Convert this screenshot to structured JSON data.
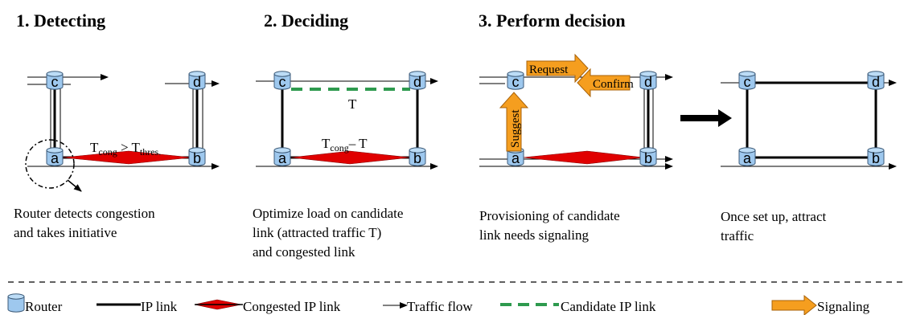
{
  "steps": [
    {
      "title": "1. Detecting",
      "caption": [
        "Router detects congestion",
        "and takes initiative"
      ]
    },
    {
      "title": "2. Deciding",
      "caption": [
        "Optimize load on candidate",
        "link (attracted traffic T)",
        "and congested link"
      ]
    },
    {
      "title": "3. Perform decision",
      "caption": [
        "Provisioning of candidate",
        "link needs signaling"
      ]
    },
    {
      "title": "",
      "caption": [
        "Once set up, attract",
        "traffic"
      ]
    }
  ],
  "routers": {
    "a": "a",
    "b": "b",
    "c": "c",
    "d": "d"
  },
  "annotations": {
    "t_cong": "T",
    "cong_sub": "cong",
    "gt": " > T",
    "thres_sub": "thres.",
    "minus_t": "– T",
    "candidate_t": "T"
  },
  "signals": {
    "request": "Request",
    "confirm": "Confirm",
    "suggest": "Suggest"
  },
  "legend": {
    "router": "Router",
    "ip_link": "IP link",
    "congested_link": "Congested IP link",
    "traffic_flow": "Traffic flow",
    "candidate_link": "Candidate IP link",
    "signaling": "Signaling"
  },
  "colors": {
    "router_fill": "#9ec8ee",
    "router_top": "#bcdcf6",
    "router_stroke": "#3c5a78",
    "congested": "#e00000",
    "candidate": "#2e9a4e",
    "signal_fill": "#f59e1f",
    "signal_stroke": "#a8620a"
  }
}
